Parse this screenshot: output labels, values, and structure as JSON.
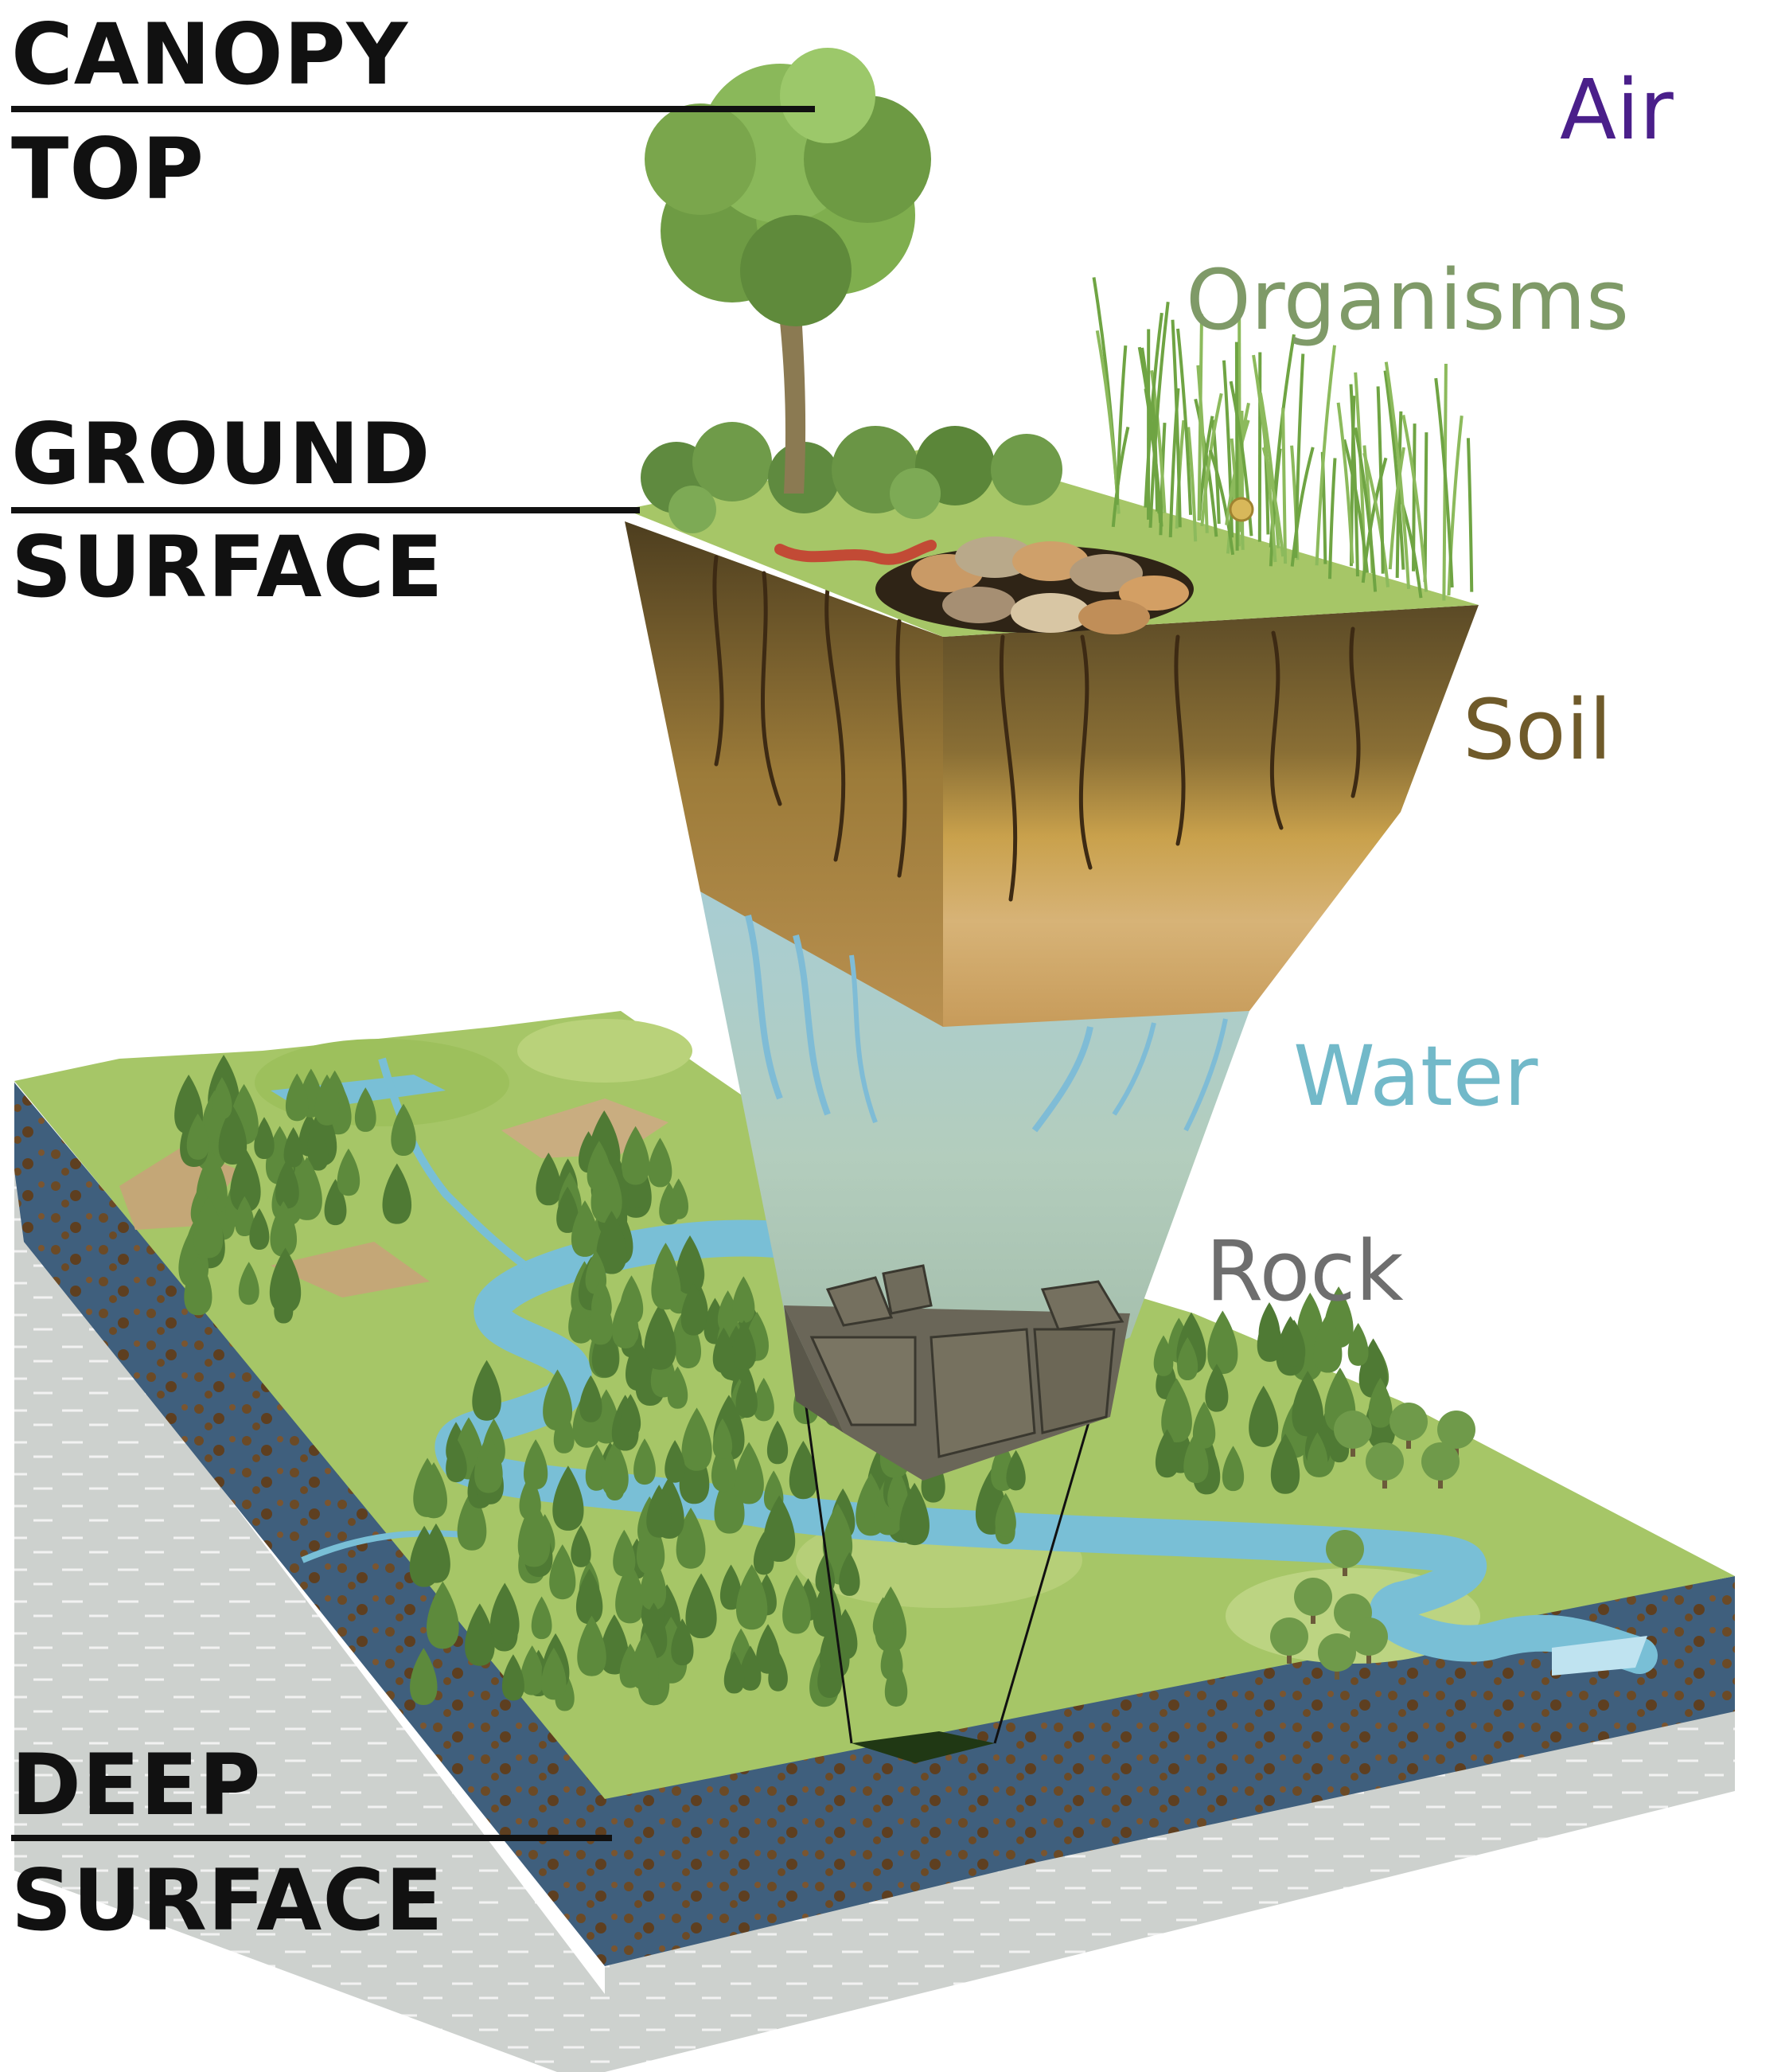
{
  "zones": [
    {
      "top": "CANOPY",
      "bottom": "TOP"
    },
    {
      "top": "GROUND",
      "bottom": "SURFACE"
    },
    {
      "top": "DEEP",
      "bottom": "SURFACE"
    }
  ],
  "components": [
    {
      "label": "Air",
      "color": "#4a1f8a"
    },
    {
      "label": "Organisms",
      "color": "#7f9a68"
    },
    {
      "label": "Soil",
      "color": "#6f5a2a"
    },
    {
      "label": "Water",
      "color": "#72b9c9"
    },
    {
      "label": "Rock",
      "color": "#6e6e6e"
    }
  ],
  "colors": {
    "grass": "#a6c667",
    "forest": "#4f7a34",
    "river": "#79bfd6",
    "soil_dark": "#5b4a26",
    "soil_amber": "#caa24f",
    "bedrock": "#cfd3d0",
    "blue_layer": "#4a6c8c"
  }
}
